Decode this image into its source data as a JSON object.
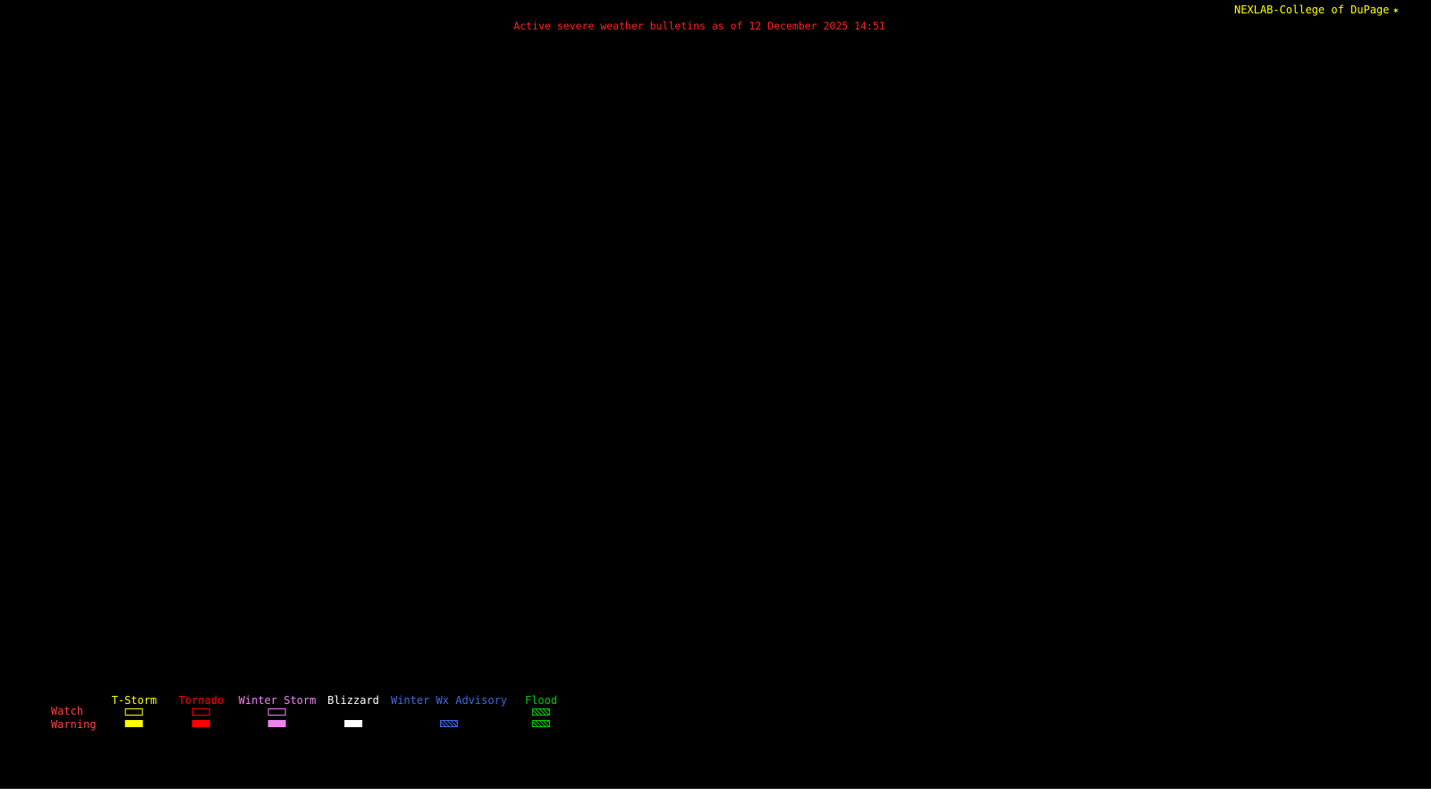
{
  "header": {
    "brand": "NEXLAB-College of DuPage",
    "brand_color": "#ffff00",
    "logo_glyph": "✶",
    "title": "Active severe weather bulletins as of 12 December 2025 14:51",
    "title_color": "#ff2222"
  },
  "legend": {
    "row_labels": {
      "watch": "Watch",
      "warning": "Warning"
    },
    "row_label_color": "#ff4040",
    "columns": [
      {
        "label": "T-Storm",
        "color": "#ffff00",
        "watch_style": "outline",
        "warning_style": "fill"
      },
      {
        "label": "Tornado",
        "color": "#ff0000",
        "watch_style": "outline",
        "warning_style": "fill"
      },
      {
        "label": "Winter Storm",
        "color": "#ee82ee",
        "watch_style": "outline",
        "warning_style": "fill"
      },
      {
        "label": "Blizzard",
        "color": "#ffffff",
        "watch_style": "none",
        "warning_style": "fill"
      },
      {
        "label": "Winter Wx Advisory",
        "color": "#4169e1",
        "watch_style": "none",
        "warning_style": "hatch"
      },
      {
        "label": "Flood",
        "color": "#00cc00",
        "watch_style": "hatch",
        "warning_style": "hatch"
      }
    ]
  },
  "canvas": {
    "background": "#000000"
  }
}
